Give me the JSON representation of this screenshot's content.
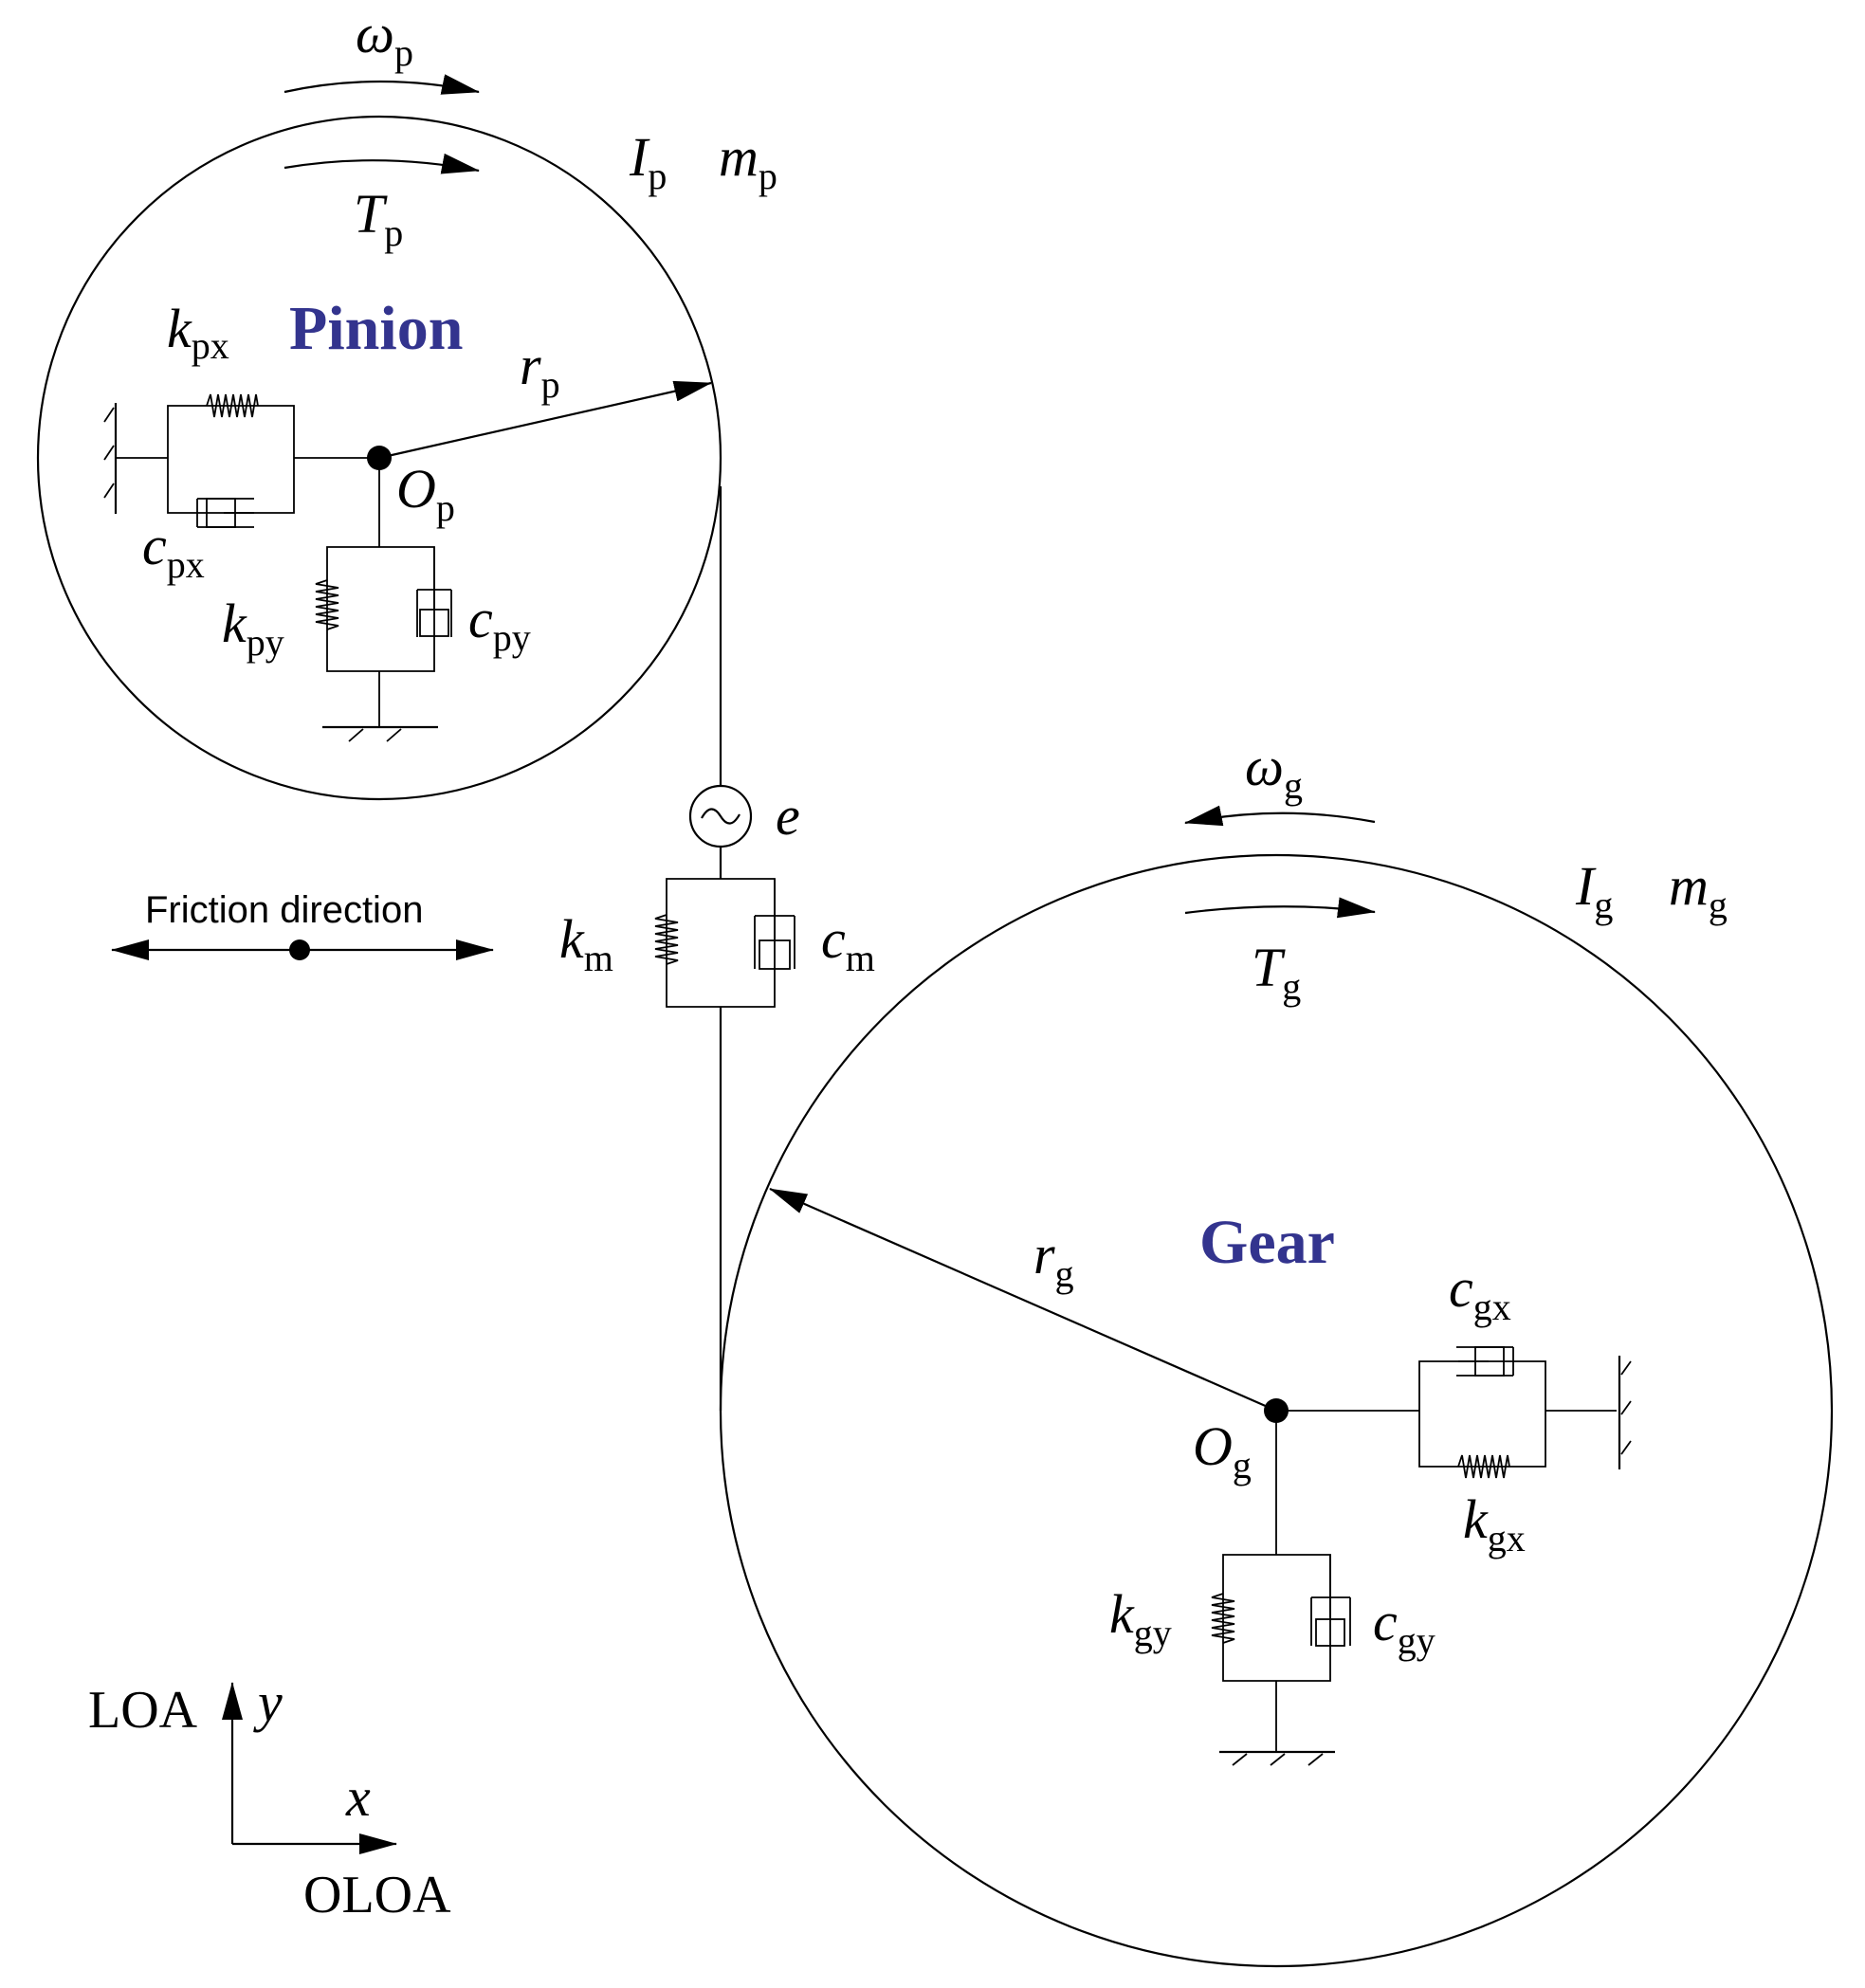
{
  "pinion": {
    "title": "Pinion",
    "omega": {
      "main": "ω",
      "sub": "p"
    },
    "torque": {
      "main": "T",
      "sub": "p"
    },
    "inertia": {
      "main": "I",
      "sub": "p"
    },
    "mass": {
      "main": "m",
      "sub": "p"
    },
    "radius": {
      "main": "r",
      "sub": "p"
    },
    "center": {
      "main": "O",
      "sub": "p"
    },
    "kx": {
      "main": "k",
      "sub": "px"
    },
    "cx": {
      "main": "c",
      "sub": "px"
    },
    "ky": {
      "main": "k",
      "sub": "py"
    },
    "cy": {
      "main": "c",
      "sub": "py"
    }
  },
  "gear": {
    "title": "Gear",
    "omega": {
      "main": "ω",
      "sub": "g"
    },
    "torque": {
      "main": "T",
      "sub": "g"
    },
    "inertia": {
      "main": "I",
      "sub": "g"
    },
    "mass": {
      "main": "m",
      "sub": "g"
    },
    "radius": {
      "main": "r",
      "sub": "g"
    },
    "center": {
      "main": "O",
      "sub": "g"
    },
    "kx": {
      "main": "k",
      "sub": "gx"
    },
    "cx": {
      "main": "c",
      "sub": "gx"
    },
    "ky": {
      "main": "k",
      "sub": "gy"
    },
    "cy": {
      "main": "c",
      "sub": "gy"
    }
  },
  "mesh": {
    "error": "e",
    "stiffness": {
      "main": "k",
      "sub": "m"
    },
    "damping": {
      "main": "c",
      "sub": "m"
    }
  },
  "friction_label": "Friction direction",
  "axes": {
    "y_axis_name": "LOA",
    "y_label": "y",
    "x_label": "x",
    "x_axis_name": "OLOA"
  },
  "colors": {
    "title": "#33348e",
    "line": "#000000"
  }
}
